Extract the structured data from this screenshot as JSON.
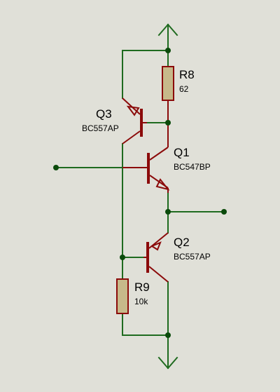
{
  "components": {
    "r8": {
      "designator": "R8",
      "value": "62"
    },
    "q3": {
      "designator": "Q3",
      "value": "BC557AP"
    },
    "q1": {
      "designator": "Q1",
      "value": "BC547BP"
    },
    "q2": {
      "designator": "Q2",
      "value": "BC557AP"
    },
    "r9": {
      "designator": "R9",
      "value": "10k"
    }
  },
  "colors": {
    "background": "#e0e0d8",
    "wire": "#1f6b1f",
    "component": "#8b0a0a",
    "resistor_fill": "#c7b98a",
    "junction": "#0b4a0b"
  }
}
